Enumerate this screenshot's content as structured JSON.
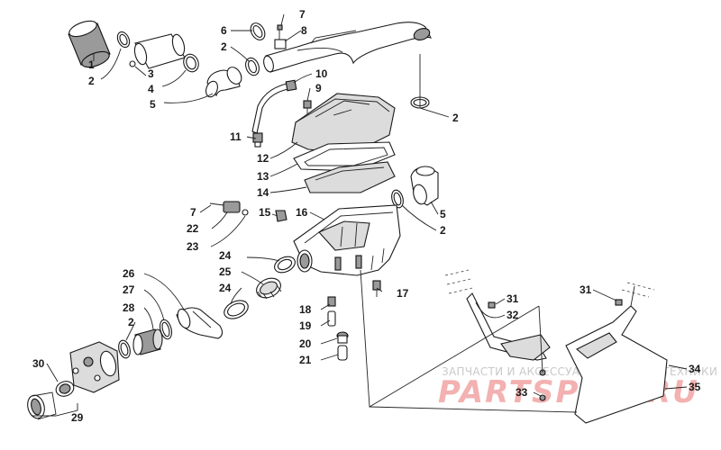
{
  "callouts": {
    "c1": "1",
    "c2a": "2",
    "c3": "3",
    "c4": "4",
    "c5a": "5",
    "c6": "6",
    "c2b": "2",
    "c7a": "7",
    "c8": "8",
    "c10": "10",
    "c9": "9",
    "c2c": "2",
    "c11": "11",
    "c12": "12",
    "c13": "13",
    "c14": "14",
    "c5b": "5",
    "c2d": "2",
    "c7b": "7",
    "c15": "15",
    "c16": "16",
    "c22": "22",
    "c23": "23",
    "c24a": "24",
    "c25": "25",
    "c24b": "24",
    "c26": "26",
    "c27": "27",
    "c28": "28",
    "c2e": "2",
    "c17": "17",
    "c18": "18",
    "c19": "19",
    "c20": "20",
    "c21": "21",
    "c31a": "31",
    "c32": "32",
    "c31b": "31",
    "c30": "30",
    "c29": "29",
    "c33": "33",
    "c34": "34",
    "c35": "35"
  },
  "watermark": {
    "top_text": "ЗАПЧАСТИ И АКСЕССУАРЫ ДЛЯ МОТОТЕХНИКИ",
    "brand_text": "PARTSPOR.RU"
  }
}
